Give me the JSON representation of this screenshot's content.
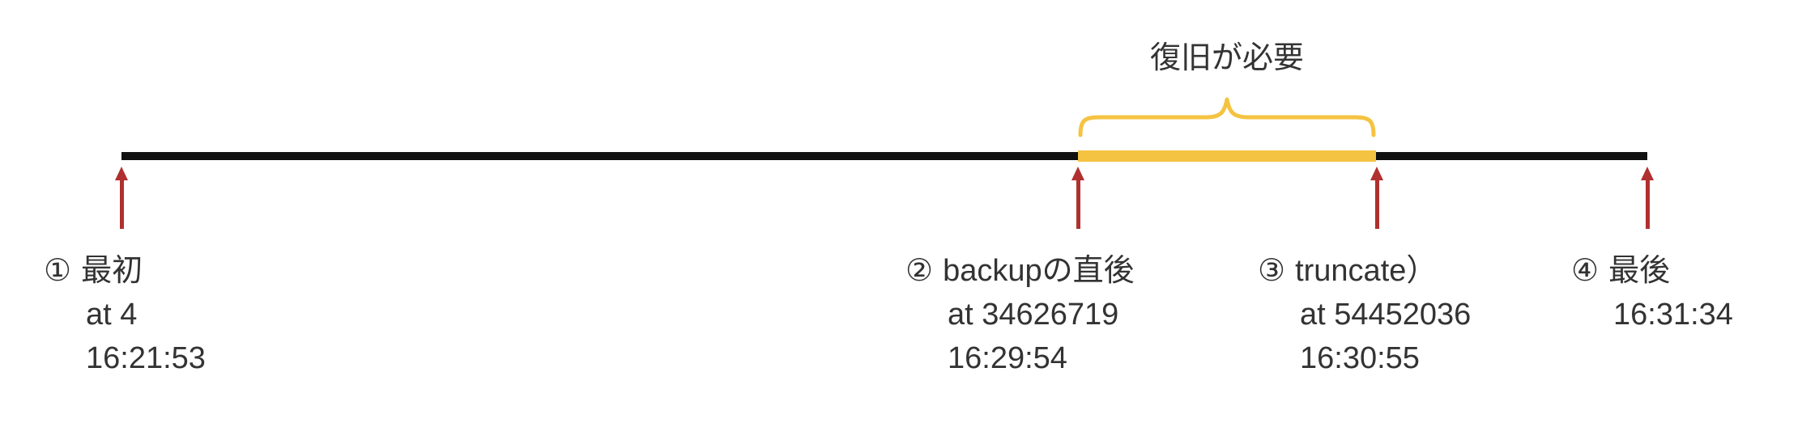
{
  "brace_label": "復旧が必要",
  "markers": [
    {
      "number": "①",
      "title": "最初",
      "line2": "at 4",
      "line3": "16:21:53"
    },
    {
      "number": "②",
      "title": "backupの直後",
      "line2": "at 34626719",
      "line3": "16:29:54"
    },
    {
      "number": "③",
      "title": "truncate）",
      "line2": "at 54452036",
      "line3": "16:30:55"
    },
    {
      "number": "④",
      "title": "最後",
      "line2": "16:31:34",
      "line3": ""
    }
  ],
  "colors": {
    "timeline": "#111111",
    "highlight": "#F5C342",
    "arrow": "#B03030",
    "text": "#333333"
  }
}
